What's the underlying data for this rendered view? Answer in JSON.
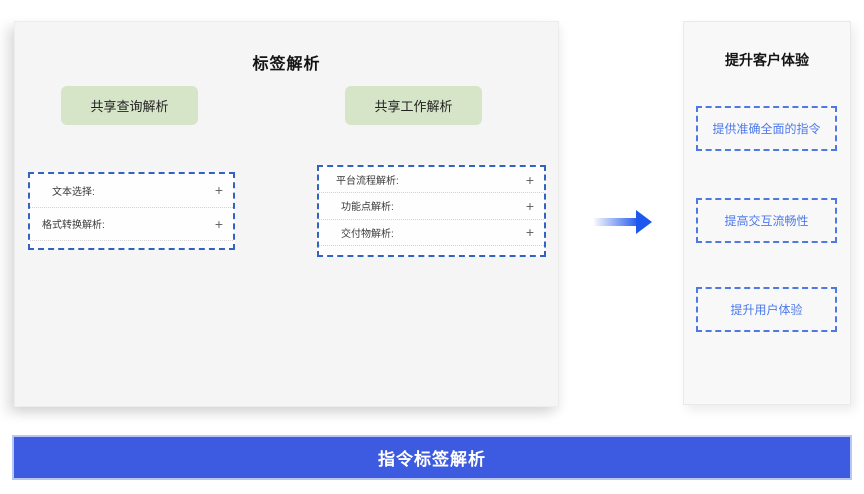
{
  "colors": {
    "banner_blue": "#3d5be0",
    "dashed_border_blue": "#3263c2",
    "result_link_blue": "#4d79ec",
    "button_green": "#d6e5c8",
    "panel_gray": "#f5f5f5",
    "arrow_blue": "#1d57ee"
  },
  "icons": {
    "plus": "+"
  },
  "main_panel": {
    "title": "标签解析",
    "buttons": [
      {
        "label": "共享查询解析"
      },
      {
        "label": "共享工作解析"
      }
    ],
    "groups": [
      {
        "rows": [
          {
            "label": "文本选择:"
          },
          {
            "label": "格式转换解析:"
          }
        ]
      },
      {
        "rows": [
          {
            "label": "平台流程解析:"
          },
          {
            "label": "功能点解析:"
          },
          {
            "label": "交付物解析:"
          }
        ]
      }
    ]
  },
  "result_panel": {
    "title": "提升客户体验",
    "items": [
      {
        "label": "提供准确全面的指令"
      },
      {
        "label": "提高交互流畅性"
      },
      {
        "label": "提升用户体验"
      }
    ]
  },
  "footer": {
    "title": "指令标签解析"
  }
}
